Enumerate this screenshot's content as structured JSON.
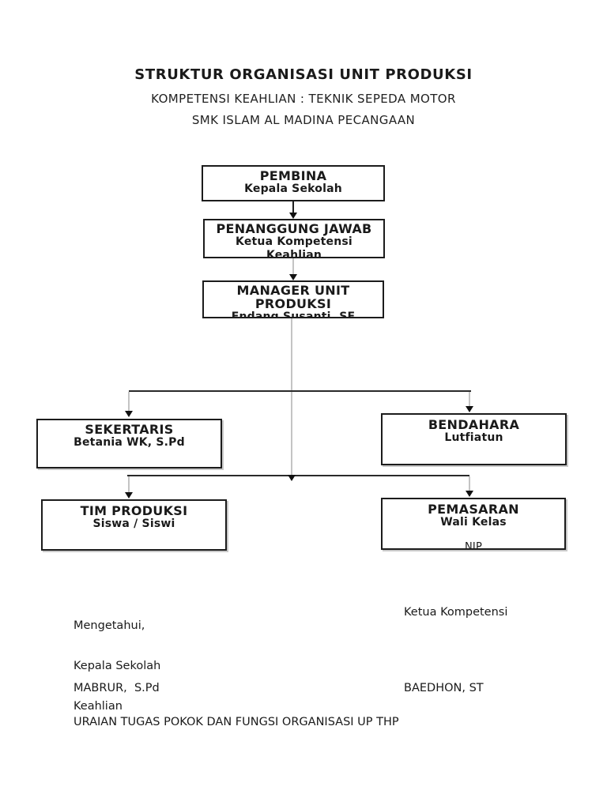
{
  "page": {
    "title": "STRUKTUR ORGANISASI UNIT PRODUKSI",
    "subtitle_competency": "KOMPETENSI KEAHLIAN : TEKNIK SEPEDA MOTOR",
    "subtitle_school": "SMK ISLAM AL MADINA PECANGAAN"
  },
  "chart": {
    "type": "org-chart",
    "boxes": {
      "pembina": {
        "lines": [
          "PEMBINA",
          "Kepala Sekolah"
        ]
      },
      "penanggung_jawab": {
        "lines": [
          "PENANGGUNG JAWAB",
          "Ketua Kompetensi",
          "Keahlian"
        ]
      },
      "manager": {
        "lines": [
          "MANAGER UNIT",
          "PRODUKSI",
          "Endang Susanti, SE"
        ]
      },
      "sekertaris": {
        "lines": [
          "SEKERTARIS",
          "Betania WK, S.Pd"
        ]
      },
      "bendahara": {
        "lines": [
          "BENDAHARA",
          "Lutfiatun"
        ]
      },
      "tim_produksi": {
        "lines": [
          "TIM PRODUKSI",
          "Siswa / Siswi"
        ]
      },
      "pemasaran": {
        "lines": [
          "PEMASARAN",
          "Wali Kelas",
          "NIP"
        ]
      }
    },
    "edges": [
      {
        "from": "pembina",
        "to": "penanggung_jawab"
      },
      {
        "from": "penanggung_jawab",
        "to": "manager"
      },
      {
        "from": "manager",
        "to": "sekertaris"
      },
      {
        "from": "manager",
        "to": "bendahara"
      },
      {
        "from": "manager",
        "to": "tim_produksi"
      },
      {
        "from": "manager",
        "to": "pemasaran"
      }
    ]
  },
  "footer": {
    "left_line1": "Mengetahui,",
    "left_line2": "Kepala Sekolah",
    "left_line3": "Keahlian",
    "right_role": "Ketua Kompetensi",
    "left_name": "MABRUR,  S.Pd",
    "right_name": "BAEDHON, ST",
    "bottom_note": "URAIAN TUGAS POKOK DAN FUNGSI ORGANISASI UP THP"
  },
  "colors": {
    "background": "#ffffff",
    "text": "#1a1a1a",
    "box_border": "#1c1c1c",
    "connector_dark": "#2a2a2a",
    "connector_light": "#c4c4c4"
  }
}
